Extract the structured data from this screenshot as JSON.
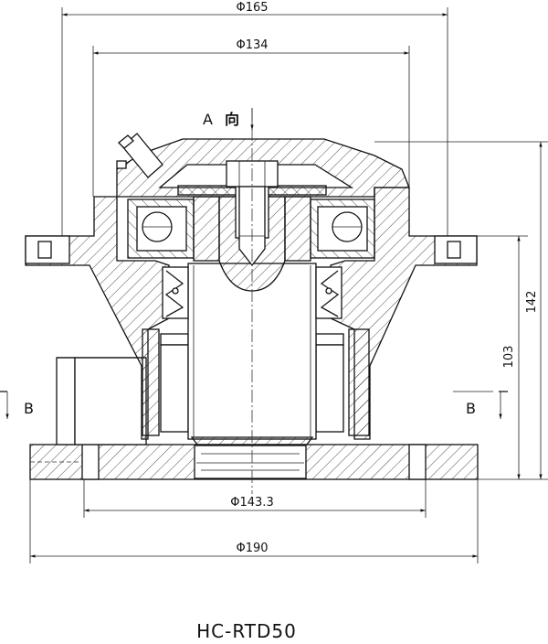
{
  "dimensions": {
    "d165": "Φ165",
    "d134": "Φ134",
    "d143": "Φ143.3",
    "d190": "Φ190",
    "h142": "142",
    "h103": "103"
  },
  "view_label": {
    "letter": "A",
    "direction": "向"
  },
  "section_labels": {
    "left": "B",
    "right": "B"
  },
  "model_name": "HC-RTD50"
}
